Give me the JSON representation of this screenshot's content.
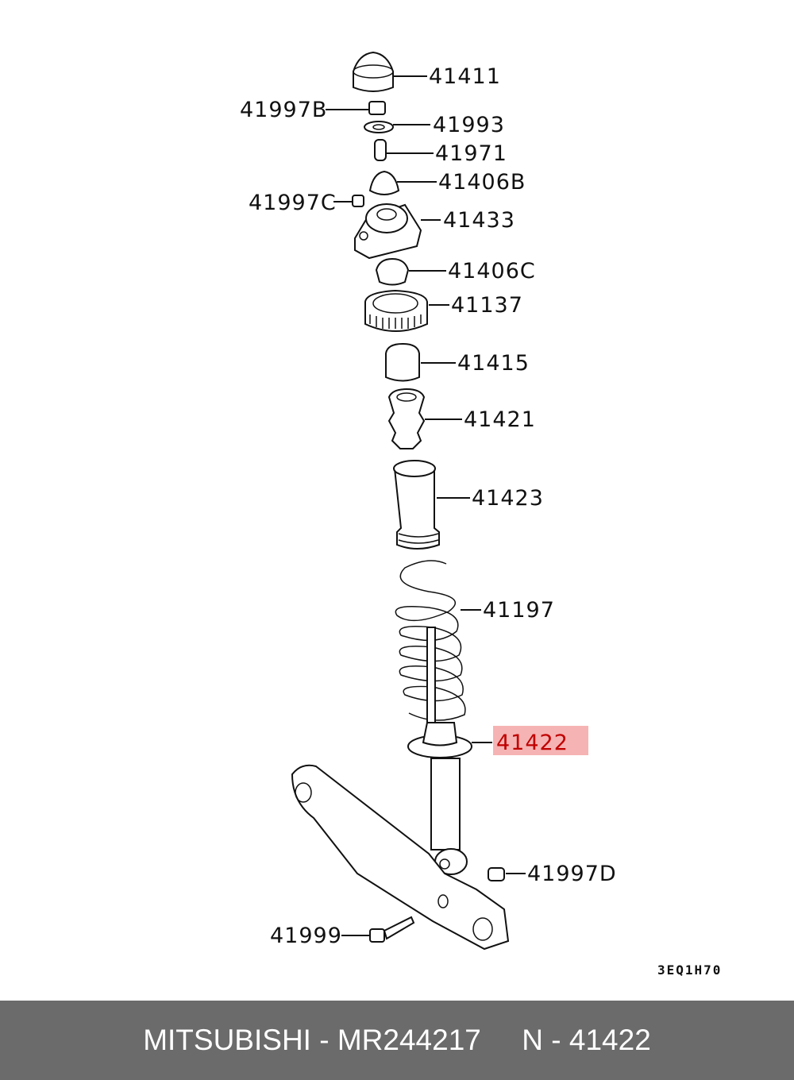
{
  "diagram": {
    "labels": {
      "p41411": "41411",
      "p41997B": "41997B",
      "p41993": "41993",
      "p41971": "41971",
      "p41406B": "41406B",
      "p41997C": "41997C",
      "p41433": "41433",
      "p41406C": "41406C",
      "p41137": "41137",
      "p41415": "41415",
      "p41421": "41421",
      "p41423": "41423",
      "p41197": "41197",
      "p41422": "41422",
      "p41997D": "41997D",
      "p41999": "41999"
    },
    "highlighted_part": "41422",
    "highlight_color": "#f4a6a6",
    "highlight_text_color": "#c00000",
    "diagram_code": "3EQ1H70"
  },
  "footer": {
    "brand": "MITSUBISHI",
    "part_number": "MR244217",
    "ref_prefix": "N",
    "ref_number": "41422",
    "background": "#6b6b6b"
  }
}
